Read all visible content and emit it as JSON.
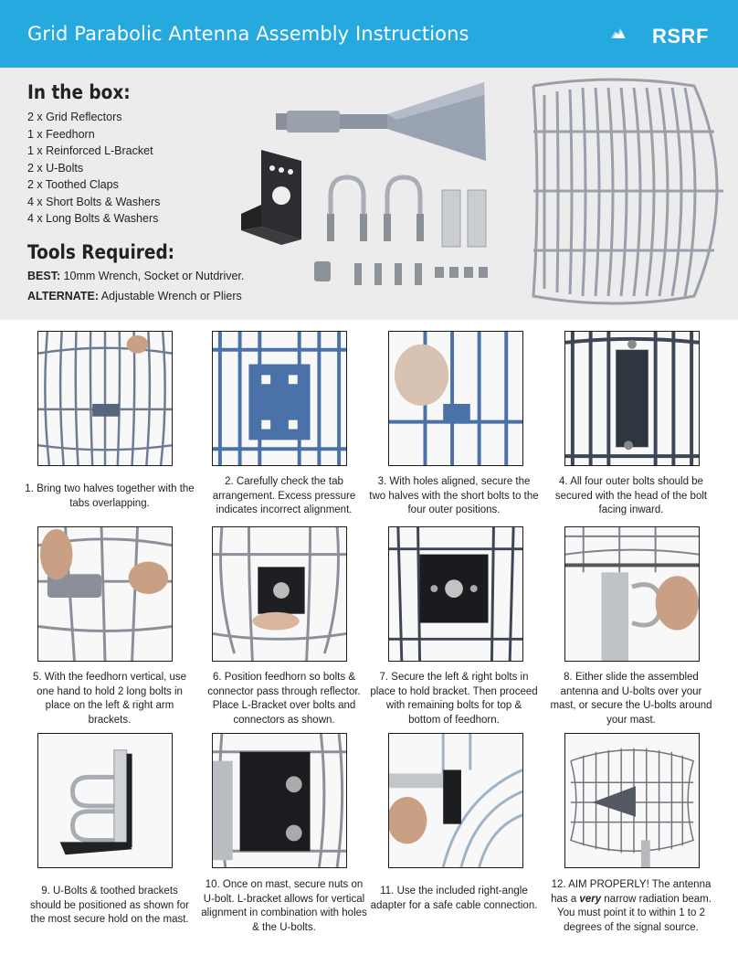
{
  "header": {
    "title": "Grid Parabolic Antenna Assembly Instructions",
    "brand": "RSRF",
    "colors": {
      "banner": "#25a9de",
      "panel": "#ececec"
    }
  },
  "in_the_box": {
    "heading": "In the box:",
    "items": [
      "2 x Grid Reflectors",
      "1 x Feedhorn",
      "1 x Reinforced L-Bracket",
      "2 x U-Bolts",
      "2 x Toothed Claps",
      "4 x Short Bolts & Washers",
      "4 x Long Bolts & Washers"
    ]
  },
  "tools": {
    "heading": "Tools Required:",
    "best_label": "BEST:",
    "best_value": "10mm Wrench, Socket or Nutdriver.",
    "alternate_label": "ALTERNATE:",
    "alternate_value": "Adjustable Wrench or Pliers"
  },
  "steps": [
    {
      "caption": "1. Bring two halves together with the tabs overlapping."
    },
    {
      "caption": "2. Carefully check the tab arrangement. Excess pressure indicates incorrect alignment."
    },
    {
      "caption": "3. With holes aligned, secure the two halves with the short bolts to the four outer positions."
    },
    {
      "caption": "4. All four outer bolts should be secured with the head of the bolt facing inward."
    },
    {
      "caption": "5. With the feedhorn vertical, use one hand to hold 2 long bolts in place on the left & right arm brackets."
    },
    {
      "caption": "6. Position feedhorn so bolts & connector pass through reflector. Place L-Bracket over bolts and connectors as shown."
    },
    {
      "caption": "7. Secure the left & right bolts in place to hold bracket. Then proceed with remaining bolts for top & bottom of feedhorn."
    },
    {
      "caption": "8. Either slide the assembled antenna and U-bolts over your mast, or secure the U-bolts around your mast."
    },
    {
      "caption": "9. U-Bolts & toothed brackets should be positioned as shown for the most secure hold on the mast."
    },
    {
      "caption": "10. Once on mast, secure nuts on U-bolt. L-bracket allows for vertical alignment in combination with holes & the U-bolts."
    },
    {
      "caption": "11. Use the included right-angle adapter for a safe cable connection."
    },
    {
      "caption_pre": "12. AIM PROPERLY! The antenna has a ",
      "caption_emph": "very",
      "caption_post": " narrow radiation beam. You must point it to within 1 to 2 degrees of the signal source."
    }
  ]
}
